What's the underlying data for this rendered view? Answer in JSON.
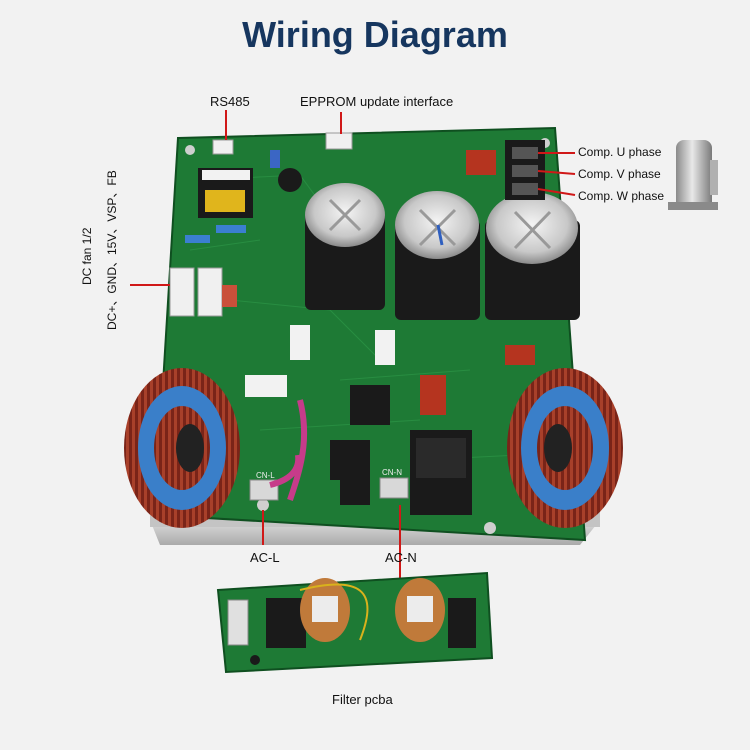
{
  "title": "Wiring Diagram",
  "labels": {
    "rs485": "RS485",
    "epprom": "EPPROM update interface",
    "dc_fan": "DC fan 1/2",
    "dc_signals": "DC+、GND、15V、VSP、FB",
    "comp_u": "Comp. U phase",
    "comp_v": "Comp. V phase",
    "comp_w": "Comp. W phase",
    "ac_l": "AC-L",
    "ac_n": "AC-N",
    "cn_l": "CN-L",
    "cn_n": "CN-N",
    "filter": "Filter pcba"
  },
  "colors": {
    "title": "#16365f",
    "pointer": "#d01818",
    "pcb": "#1e7a35",
    "heatsink": "#c9c9c9",
    "coil_copper": "#8a2a1c",
    "coil_core": "#3a7fc9",
    "capacitor": "#1a1a1a"
  },
  "components": {
    "main_board": "inverter-driver-pcb",
    "capacitors": 3,
    "toroid_inductors": 2,
    "filter_coils": 2,
    "compressor": "compressor-icon"
  }
}
